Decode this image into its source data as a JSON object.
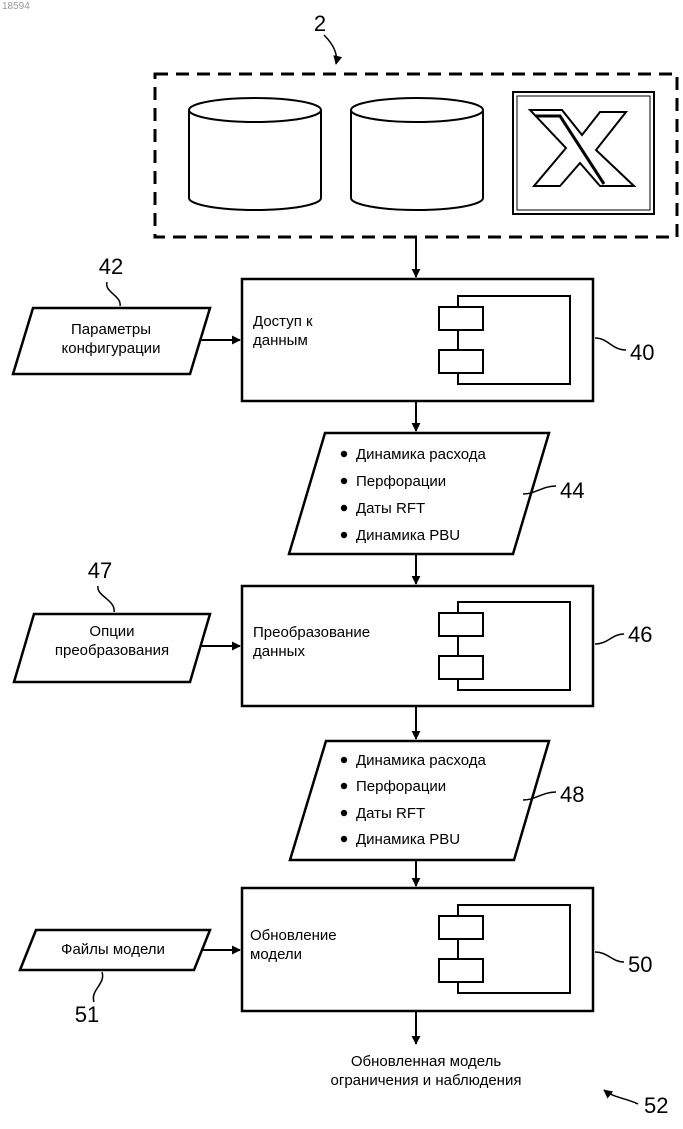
{
  "corner_id": "18594",
  "source": {
    "ref": "2"
  },
  "processes": [
    {
      "ref": "40",
      "lines": [
        "Доступ к",
        "данным"
      ]
    },
    {
      "ref": "46",
      "lines": [
        "Преобразование",
        "данных"
      ]
    },
    {
      "ref": "50",
      "lines": [
        "Обновление",
        "модели"
      ]
    }
  ],
  "inputs": [
    {
      "ref": "42",
      "lines": [
        "Параметры",
        "конфигурации"
      ]
    },
    {
      "ref": "47",
      "lines": [
        "Опции",
        "преобразования"
      ]
    },
    {
      "ref": "51",
      "lines": [
        "Файлы модели"
      ]
    }
  ],
  "data_lists": [
    {
      "ref": "44",
      "items": [
        "Динамика расхода",
        "Перфорации",
        "Даты RFT",
        "Динамика PBU"
      ]
    },
    {
      "ref": "48",
      "items": [
        "Динамика расхода",
        "Перфорации",
        "Даты RFT",
        "Динамика PBU"
      ]
    }
  ],
  "output": {
    "lines": [
      "Обновленная модель",
      "ограничения и наблюдения"
    ]
  },
  "figure_ref": "52"
}
